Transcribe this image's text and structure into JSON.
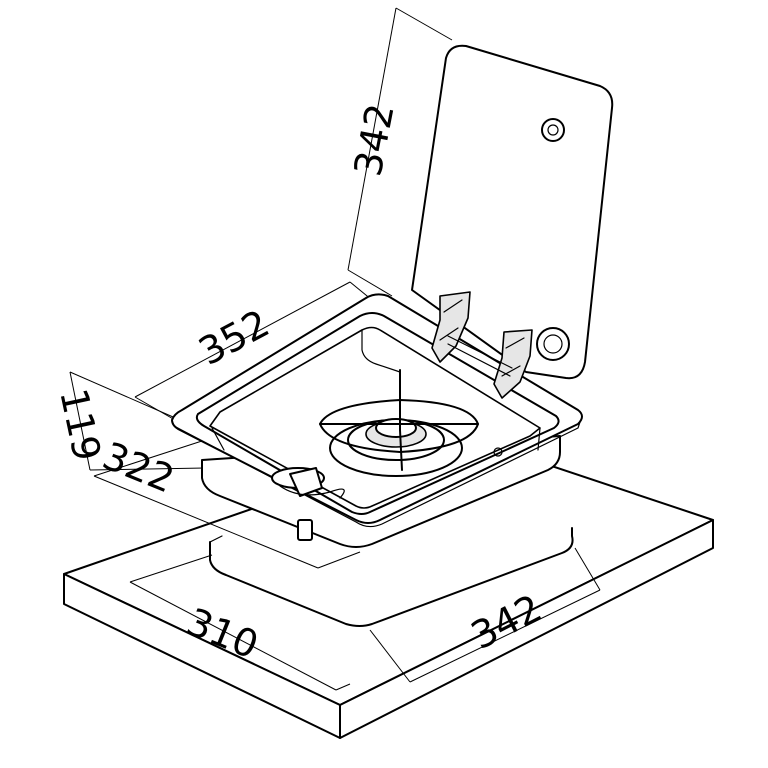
{
  "dimensions": {
    "lid_height": "342",
    "hob_width": "352",
    "hob_height": "119",
    "hob_depth": "322",
    "cutout_width": "310",
    "cutout_depth": "342"
  }
}
